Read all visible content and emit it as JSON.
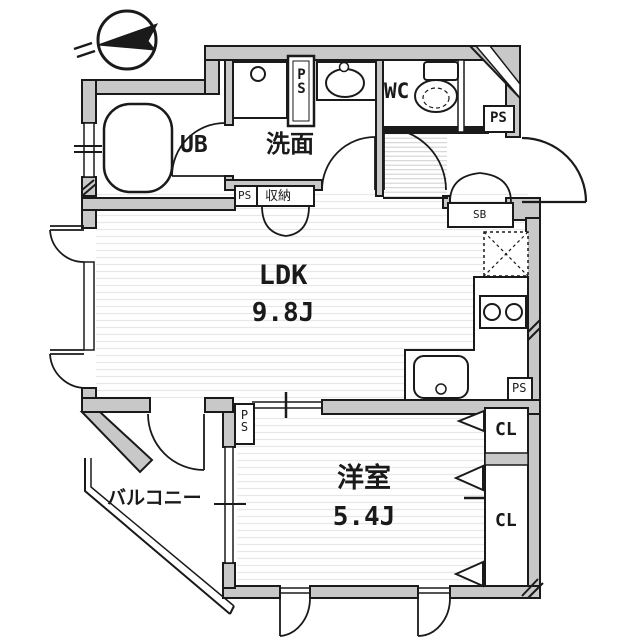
{
  "plan": {
    "type": "apartment-floor-plan",
    "rooms": {
      "ldk": {
        "name": "LDK",
        "size": "9.8J"
      },
      "western_room": {
        "name": "洋室",
        "size": "5.4J"
      },
      "washroom": {
        "name": "洗面"
      },
      "unit_bath": {
        "name": "UB"
      },
      "toilet": {
        "name": "WC"
      },
      "balcony": {
        "name": "バルコニー"
      },
      "storage": {
        "name": "収納"
      },
      "shoe_box": {
        "name": "SB"
      },
      "closet_upper": {
        "name": "CL"
      },
      "closet_lower": {
        "name": "CL"
      }
    },
    "pipe_spaces": {
      "washroom": "PS",
      "storage_side": "PS",
      "entrance_corner": "PS",
      "kitchen": "PS",
      "bedroom_corner": "PS"
    },
    "colors": {
      "wall_fill": "#c8c8c8",
      "line": "#1a1a1a",
      "floor_stripe": "#e8e8e8",
      "tile_stripe": "#cfcfcf",
      "background": "#ffffff"
    }
  }
}
